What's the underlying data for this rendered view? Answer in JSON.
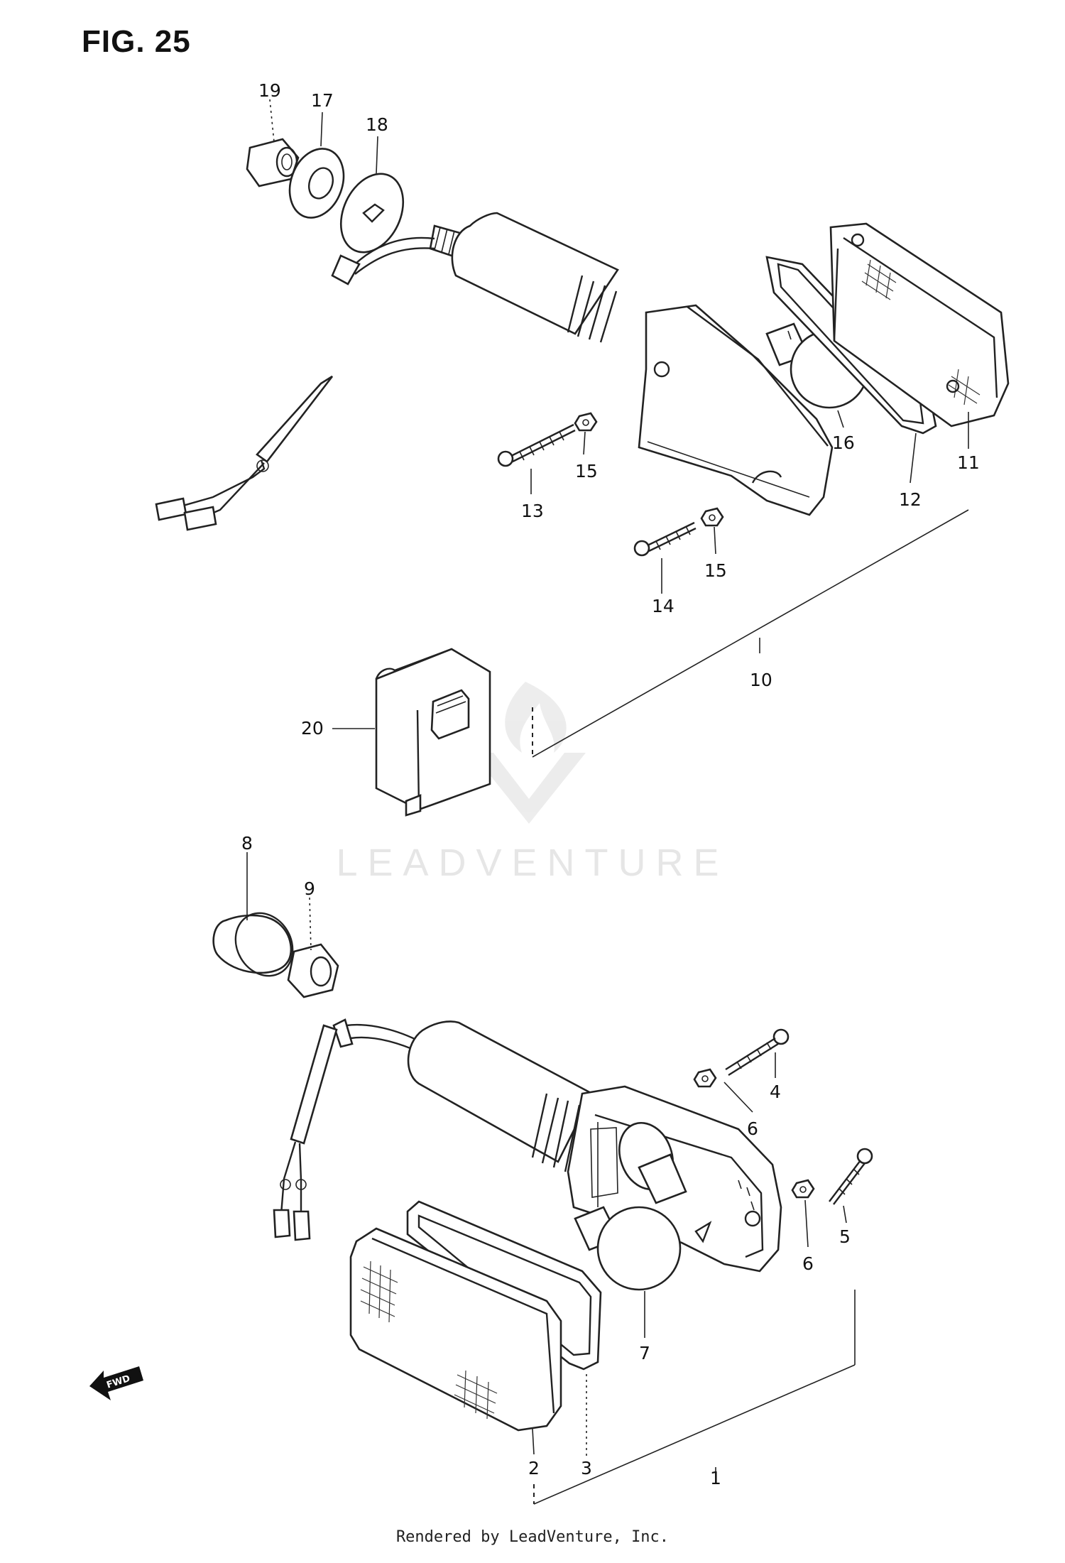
{
  "figure": {
    "title": "FIG. 25"
  },
  "watermark": {
    "text": "LEADVENTURE"
  },
  "footer": {
    "text": "Rendered by LeadVenture, Inc."
  },
  "fwd_badge": {
    "text": "FWD"
  },
  "callouts": {
    "c1": "1",
    "c2": "2",
    "c3": "3",
    "c4": "4",
    "c5": "5",
    "c6a": "6",
    "c6b": "6",
    "c7": "7",
    "c8": "8",
    "c9": "9",
    "c10": "10",
    "c11": "11",
    "c12": "12",
    "c13": "13",
    "c14": "14",
    "c15a": "15",
    "c15b": "15",
    "c16": "16",
    "c17": "17",
    "c18": "18",
    "c19": "19",
    "c20": "20"
  }
}
